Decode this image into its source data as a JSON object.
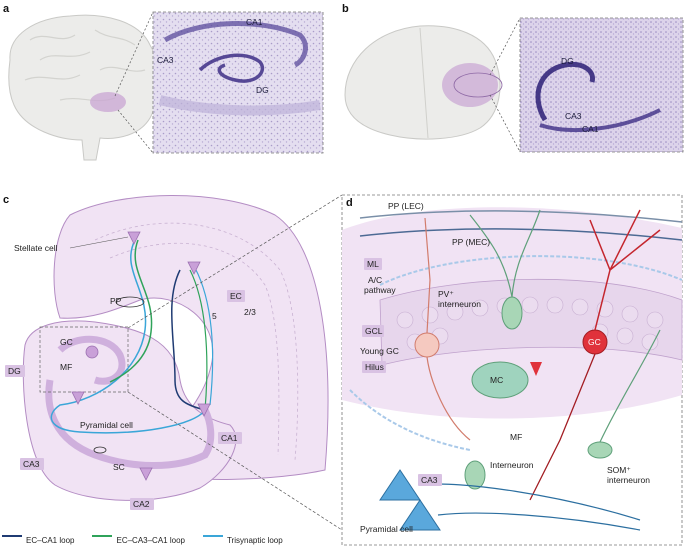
{
  "panels": {
    "a": {
      "label": "a",
      "labels": {
        "ca1": "CA1",
        "ca3": "CA3",
        "dg": "DG"
      }
    },
    "b": {
      "label": "b",
      "labels": {
        "dg": "DG",
        "ca3": "CA3",
        "ca1": "CA1"
      }
    },
    "c": {
      "label": "c",
      "labels": {
        "stellate": "Stellate cell",
        "pp": "PP",
        "ec": "EC",
        "layer5": "5",
        "layer23": "2/3",
        "gc": "GC",
        "dg": "DG",
        "mf": "MF",
        "pyramidal": "Pyramidal cell",
        "ca1": "CA1",
        "ca3": "CA3",
        "sc": "SC",
        "ca2": "CA2"
      }
    },
    "d": {
      "label": "d",
      "labels": {
        "pp_lec": "PP (LEC)",
        "pp_mec": "PP (MEC)",
        "ml": "ML",
        "ac_pathway_1": "A/C",
        "ac_pathway_2": "pathway",
        "pv_1": "PV⁺",
        "pv_2": "interneuron",
        "gcl": "GCL",
        "young_gc": "Young GC",
        "hilus": "Hilus",
        "mc": "MC",
        "gc": "GC",
        "mf": "MF",
        "interneuron": "Interneuron",
        "som_1": "SOM⁺",
        "som_2": "interneuron",
        "ca3": "CA3",
        "pyramidal": "Pyramidal cell"
      }
    }
  },
  "legend": [
    {
      "label": "EC–CA1 loop",
      "color": "#1f3b73"
    },
    {
      "label": "EC–CA3–CA1 loop",
      "color": "#2fa35a"
    },
    {
      "label": "Trisynaptic loop",
      "color": "#3aa6d8"
    }
  ],
  "colors": {
    "brain": "#e9e9e6",
    "hippocampus_pink": "#c9a5d3",
    "region_fill": "#f0e3f3",
    "region_stroke": "#a478b6",
    "label_box": "#d9c2e3",
    "mc_green": "#9fd3be",
    "gc_red": "#e0323b",
    "ca3_blue": "#5aa8dc"
  }
}
